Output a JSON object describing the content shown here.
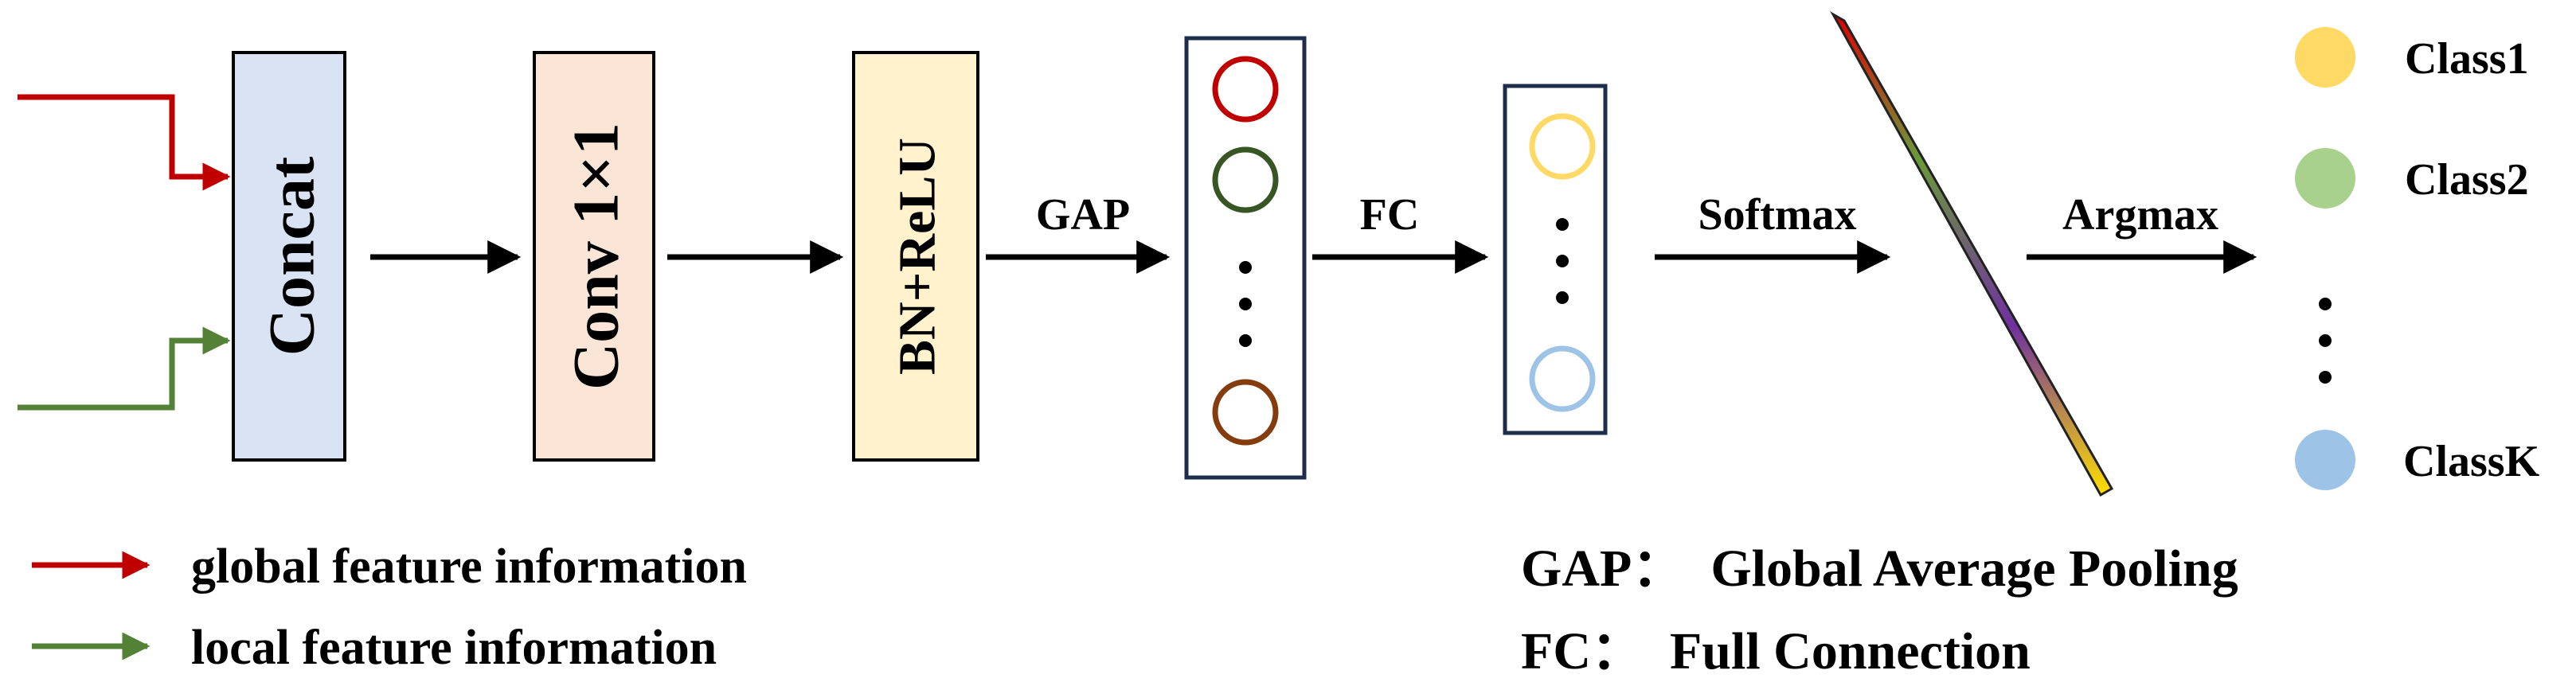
{
  "blocks": {
    "concat": {
      "label": "Concat",
      "fill": "#dae3f3"
    },
    "conv": {
      "label": "Conv 1×1",
      "fill": "#fbe5d6"
    },
    "bn_relu": {
      "label": "BN+ReLU",
      "fill": "#fff2cc"
    }
  },
  "arrows": {
    "gap": "GAP",
    "fc": "FC",
    "softmax": "Softmax",
    "argmax": "Argmax"
  },
  "gap_vector": {
    "circle_colors": [
      "#c00000",
      "#375623",
      "#843c0c"
    ]
  },
  "fc_vector": {
    "circle_colors": [
      "#ffd966",
      "#9dc3e6"
    ]
  },
  "classes": [
    {
      "label": "Class1",
      "color": "#ffd966"
    },
    {
      "label": "Class2",
      "color": "#a9d18e"
    },
    {
      "label": "ClassK",
      "color": "#9dc3e6"
    }
  ],
  "legend": {
    "global": {
      "label": "global feature information",
      "color": "#c00000"
    },
    "local": {
      "label": "local feature information",
      "color": "#538135"
    }
  },
  "abbreviations": {
    "gap": "GAP：  Global Average Pooling",
    "fc": "FC：  Full Connection"
  }
}
